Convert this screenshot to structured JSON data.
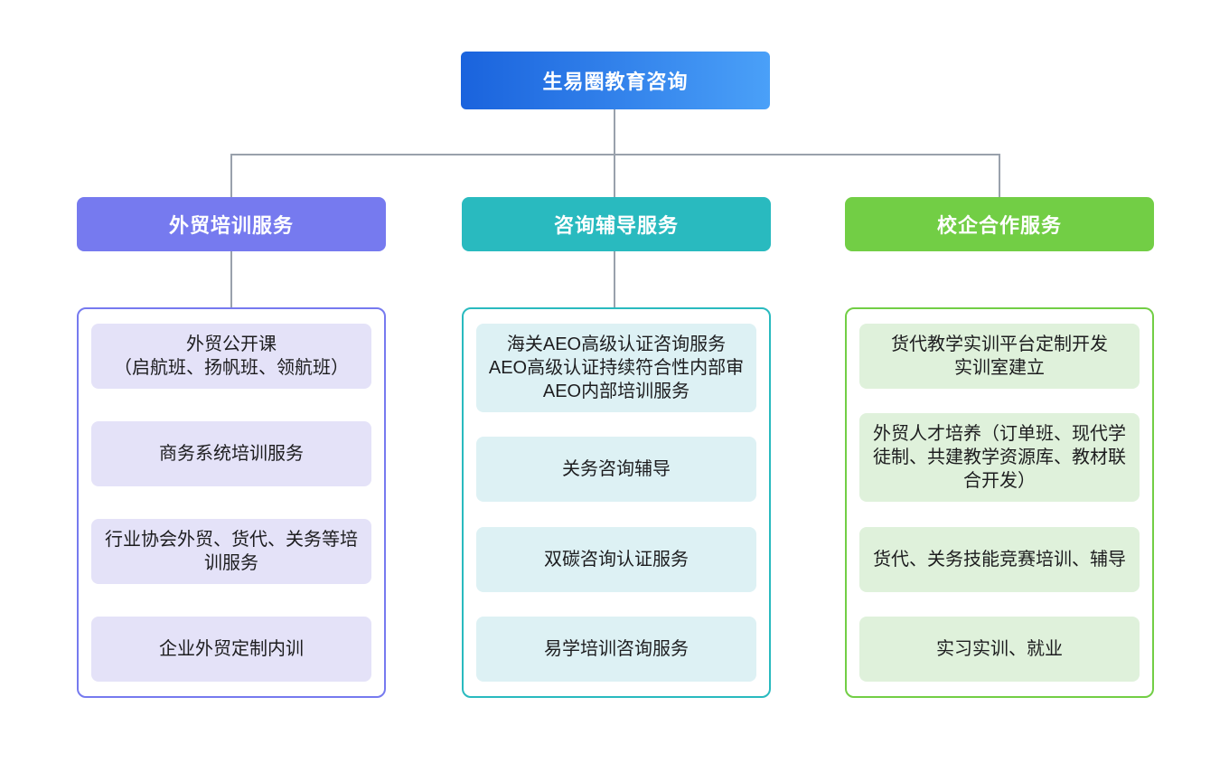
{
  "diagram": {
    "connector_color": "#99A1AC",
    "root": {
      "label": "生易圈教育咨询",
      "gradient_start": "#1A63DD",
      "gradient_end": "#4AA0F8",
      "text_color": "#FFFFFF"
    },
    "branches": [
      {
        "label": "外贸培训服务",
        "color": "#767AEF",
        "item_bg": "#E4E2F8",
        "items": [
          "外贸公开课\n（启航班、扬帆班、领航班）",
          "商务系统培训服务",
          "行业协会外贸、货代、关务等培训服务",
          "企业外贸定制内训"
        ]
      },
      {
        "label": "咨询辅导服务",
        "color": "#29BABF",
        "item_bg": "#DDF1F4",
        "items": [
          "海关AEO高级认证咨询服务\nAEO高级认证持续符合性内部审\nAEO内部培训服务",
          "关务咨询辅导",
          "双碳咨询认证服务",
          "易学培训咨询服务"
        ]
      },
      {
        "label": "校企合作服务",
        "color": "#72CE45",
        "item_bg": "#DFF1DB",
        "items": [
          "货代教学实训平台定制开发\n实训室建立",
          "外贸人才培养（订单班、现代学徒制、共建教学资源库、教材联合开发）",
          "货代、关务技能竞赛培训、辅导",
          "实习实训、就业"
        ]
      }
    ]
  }
}
